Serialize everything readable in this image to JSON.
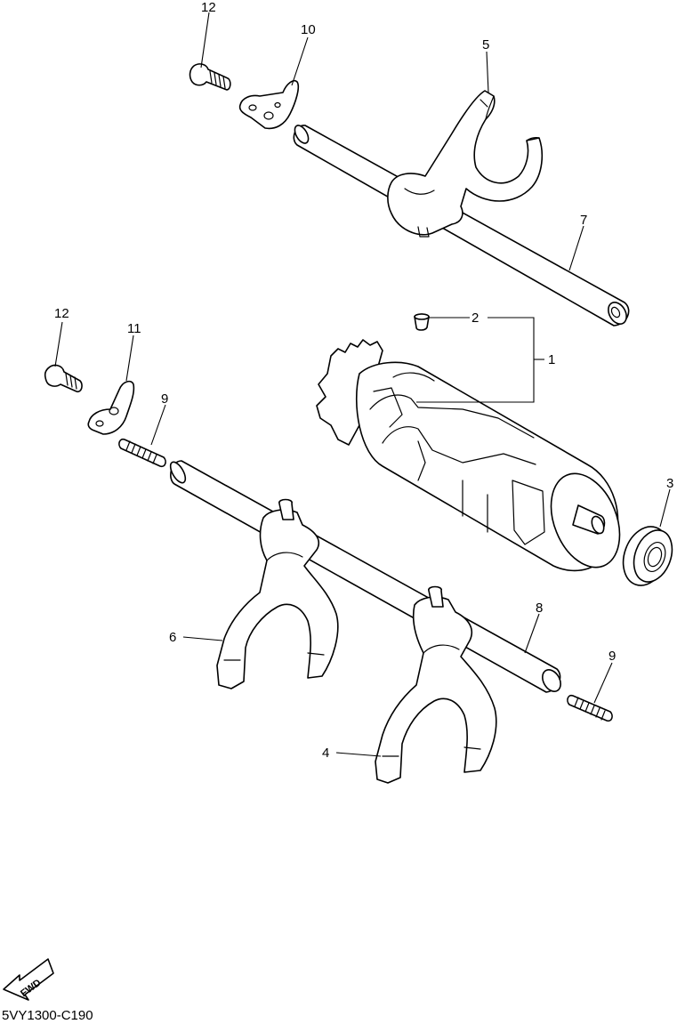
{
  "callouts": {
    "c1": "1",
    "c2": "2",
    "c3": "3",
    "c4": "4",
    "c5": "5",
    "c6": "6",
    "c7": "7",
    "c8": "8",
    "c9a": "9",
    "c9b": "9",
    "c10": "10",
    "c11": "11",
    "c12a": "12",
    "c12b": "12"
  },
  "fwd_label": "FWD",
  "diagram_code": "5VY1300-C190",
  "icons": {
    "direction": "fwd-arrow-icon"
  }
}
